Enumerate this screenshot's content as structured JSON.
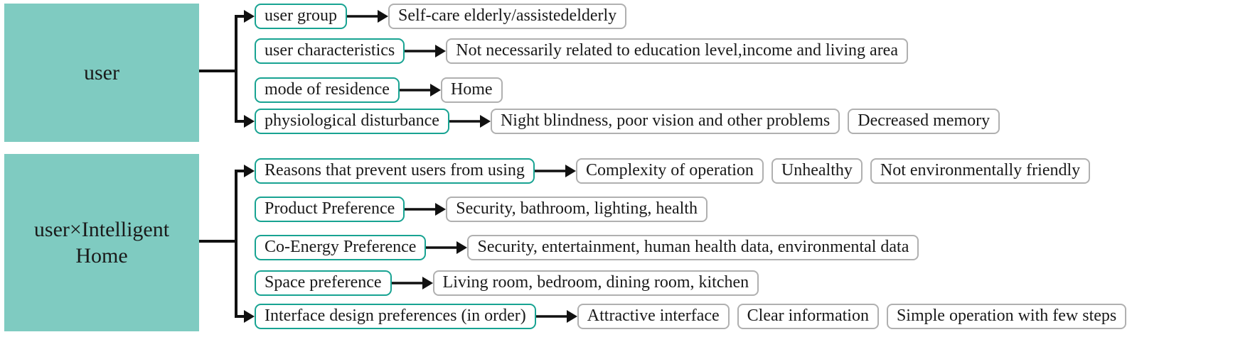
{
  "diagram_title": "user and intelligent-home interview findings tree",
  "colors": {
    "group_fill": "#7fcbc1",
    "category_border": "#18a392",
    "value_border": "#b0b0b0",
    "connector": "#111111",
    "text": "#1a1a1a"
  },
  "groups": [
    {
      "label": "user",
      "label_lines": [
        "user"
      ],
      "rows": [
        {
          "category": "user group",
          "values": [
            "Self-care elderly/assistedelderly"
          ]
        },
        {
          "category": "user characteristics",
          "values": [
            "Not necessarily related to education level,income and living area"
          ]
        },
        {
          "category": "mode of  residence",
          "values": [
            "Home"
          ]
        },
        {
          "category": "physiological disturbance",
          "values": [
            "Night blindness, poor vision and other problems",
            "Decreased memory"
          ]
        }
      ]
    },
    {
      "label": "user×Intelligent Home",
      "label_lines": [
        "user×Intelligent",
        "Home"
      ],
      "rows": [
        {
          "category": "Reasons that prevent users from using",
          "values": [
            "Complexity of operation",
            "Unhealthy",
            "Not environmentally friendly"
          ]
        },
        {
          "category": "Product Preference",
          "values": [
            "Security, bathroom, lighting, health"
          ]
        },
        {
          "category": "Co-Energy Preference",
          "values": [
            "Security, entertainment, human health data, environmental data"
          ]
        },
        {
          "category": "Space preference",
          "values": [
            "Living room, bedroom, dining room, kitchen"
          ]
        },
        {
          "category": "Interface design preferences (in order)",
          "values": [
            "Attractive interface",
            "Clear information",
            "Simple operation with few steps"
          ]
        }
      ]
    }
  ]
}
